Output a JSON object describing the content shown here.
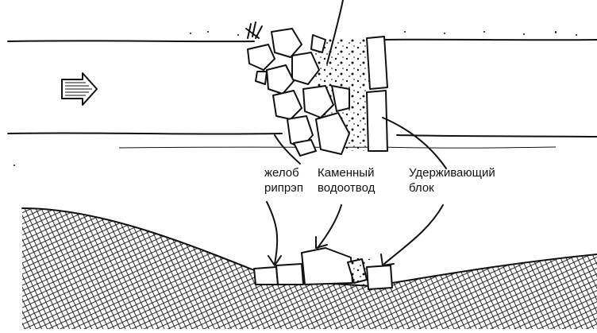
{
  "labels": {
    "riprap_line1": "желоб",
    "riprap_line2": "рипрэп",
    "stone_line1": "Каменный",
    "stone_line2": "водоотвод",
    "block_line1": "Удерживающий",
    "block_line2": "блок"
  },
  "icons": {
    "flow": "flow-direction-arrow-icon"
  }
}
